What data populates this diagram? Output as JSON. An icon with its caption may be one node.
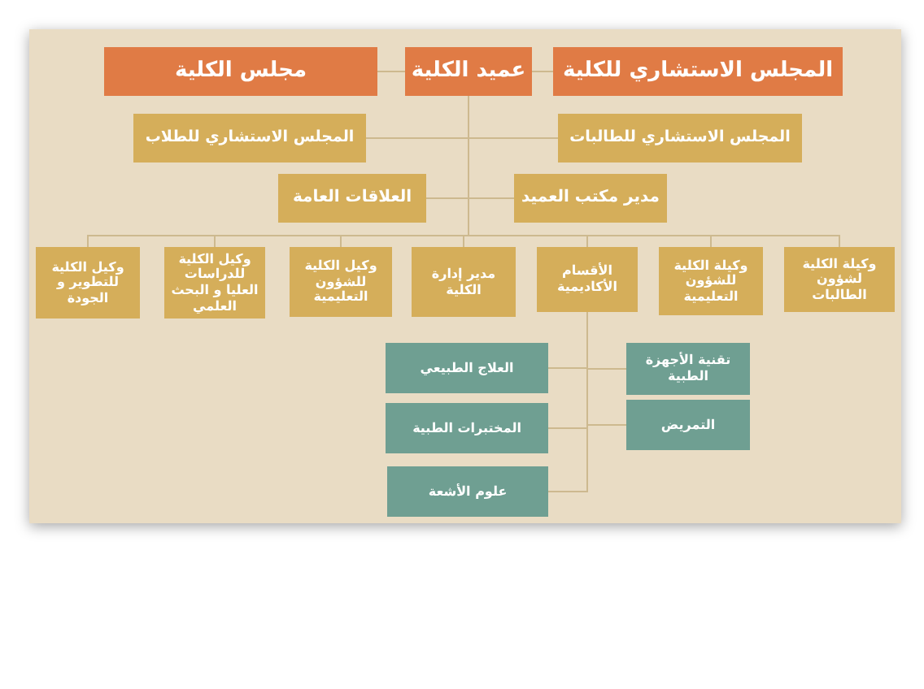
{
  "diagram": {
    "nodes": [
      {
        "text": [
          "عميد الكلية"
        ]
      },
      {
        "text": [
          "المجلس الاستشاري للكلية"
        ]
      },
      {
        "text": [
          "مجلس الكلية"
        ]
      },
      {
        "text": [
          "المجلس الاستشاري للطالبات"
        ]
      },
      {
        "text": [
          "المجلس الاستشاري للطلاب"
        ]
      },
      {
        "text": [
          "مدير مكتب العميد"
        ]
      },
      {
        "text": [
          "العلاقات العامة"
        ]
      },
      {
        "text": [
          "وكيلة الكلية لشؤون الطالبات"
        ]
      },
      {
        "text": [
          "وكيلة الكلية للشؤون التعليمية"
        ]
      },
      {
        "text": [
          "الأقسام الأكاديمية"
        ]
      },
      {
        "text": [
          "مدير إدارة الكلية"
        ]
      },
      {
        "text": [
          "وكيل الكلية للشؤون التعليمية"
        ]
      },
      {
        "text": [
          "وكيل الكلية للدراسات العليا و البحث العلمي"
        ]
      },
      {
        "text": [
          "وكيل الكلية للتطوير و الجودة"
        ]
      },
      {
        "text": [
          "تقنية الأجهزة الطبية"
        ]
      },
      {
        "text": [
          "التمريض"
        ]
      },
      {
        "text": [
          "العلاج الطبيعي"
        ]
      },
      {
        "text": [
          "المختبرات الطبية"
        ]
      },
      {
        "text": [
          "علوم الأشعة"
        ]
      }
    ],
    "edges": [
      {
        "from": 0,
        "to": 1,
        "arrow": "none"
      },
      {
        "from": 0,
        "to": 2,
        "arrow": "none"
      },
      {
        "from": 0,
        "to": 3,
        "arrow": "none"
      },
      {
        "from": 0,
        "to": 4,
        "arrow": "none"
      },
      {
        "from": 0,
        "to": 5,
        "arrow": "none"
      },
      {
        "from": 0,
        "to": 6,
        "arrow": "none"
      },
      {
        "from": 0,
        "to": 7,
        "arrow": "none"
      },
      {
        "from": 0,
        "to": 8,
        "arrow": "none"
      },
      {
        "from": 0,
        "to": 9,
        "arrow": "none"
      },
      {
        "from": 0,
        "to": 10,
        "arrow": "none"
      },
      {
        "from": 0,
        "to": 11,
        "arrow": "none"
      },
      {
        "from": 0,
        "to": 12,
        "arrow": "none"
      },
      {
        "from": 0,
        "to": 13,
        "arrow": "none"
      },
      {
        "from": 9,
        "to": 14,
        "arrow": "none"
      },
      {
        "from": 9,
        "to": 15,
        "arrow": "none"
      },
      {
        "from": 9,
        "to": 16,
        "arrow": "none"
      },
      {
        "from": 9,
        "to": 17,
        "arrow": "none"
      },
      {
        "from": 9,
        "to": 18,
        "arrow": "none"
      }
    ]
  }
}
